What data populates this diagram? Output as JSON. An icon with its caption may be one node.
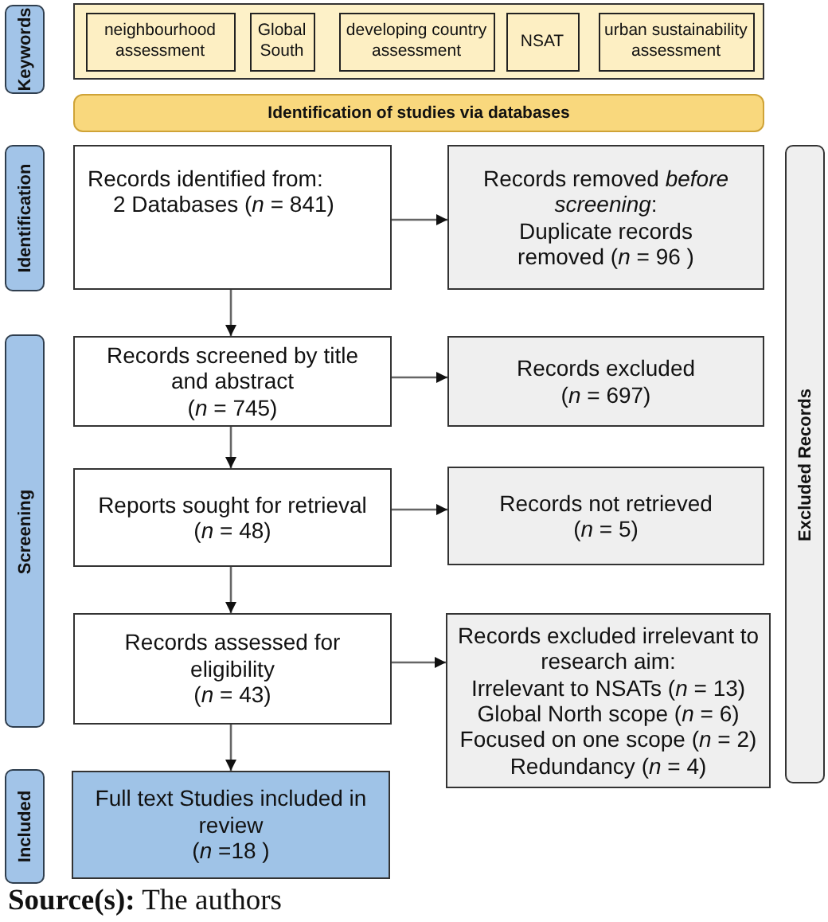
{
  "diagram": {
    "caption": "**Source(s):** The authors",
    "nodes": [
      {
        "text": [
          "Keywords"
        ]
      },
      {
        "text": [],
        "shape": "box"
      },
      {
        "text": [
          "neighbourhood assessment"
        ],
        "in": 1
      },
      {
        "text": [
          "Global South"
        ],
        "in": 1
      },
      {
        "text": [
          "developing country assessment"
        ],
        "in": 1
      },
      {
        "text": [
          "NSAT"
        ],
        "in": 1
      },
      {
        "text": [
          "urban sustainability assessment"
        ],
        "in": 1
      },
      {
        "text": [
          "Identification of studies via databases"
        ]
      },
      {
        "text": [
          "Identification"
        ]
      },
      {
        "text": [
          "Records identified from:",
          "2 Databases (*n* = 841)"
        ]
      },
      {
        "text": [
          "Records removed *before screening*:",
          "Duplicate records removed (*n* = 96 )"
        ]
      },
      {
        "text": [
          "Excluded Records"
        ]
      },
      {
        "text": [
          "Screening"
        ]
      },
      {
        "text": [
          "Records screened by title and abstract",
          "(*n* = 745)"
        ]
      },
      {
        "text": [
          "Records excluded",
          "(*n* = 697)"
        ]
      },
      {
        "text": [
          "Reports sought for retrieval",
          "(*n* = 48)"
        ]
      },
      {
        "text": [
          "Records not retrieved",
          "(*n* = 5)"
        ]
      },
      {
        "text": [
          "Records assessed for eligibility",
          "(*n* = 43)"
        ]
      },
      {
        "text": [
          "Records excluded irrelevant to research aim:",
          "Irrelevant to NSATs (*n* = 13)",
          "Global North scope (*n* = 6)",
          "Focused on one scope (*n* = 2)",
          "Redundancy (*n* = 4)"
        ]
      },
      {
        "text": [
          "Included"
        ]
      },
      {
        "text": [
          "Full text Studies included in review",
          "(*n* =18 )"
        ]
      }
    ],
    "edges": [
      {
        "from": 9,
        "to": 10,
        "arrow": "to"
      },
      {
        "from": 9,
        "to": 13,
        "arrow": "to"
      },
      {
        "from": 13,
        "to": 14,
        "arrow": "to"
      },
      {
        "from": 13,
        "to": 15,
        "arrow": "to"
      },
      {
        "from": 15,
        "to": 16,
        "arrow": "to"
      },
      {
        "from": 15,
        "to": 17,
        "arrow": "to"
      },
      {
        "from": 17,
        "to": 18,
        "arrow": "to"
      },
      {
        "from": 17,
        "to": 20,
        "arrow": "to"
      }
    ]
  }
}
